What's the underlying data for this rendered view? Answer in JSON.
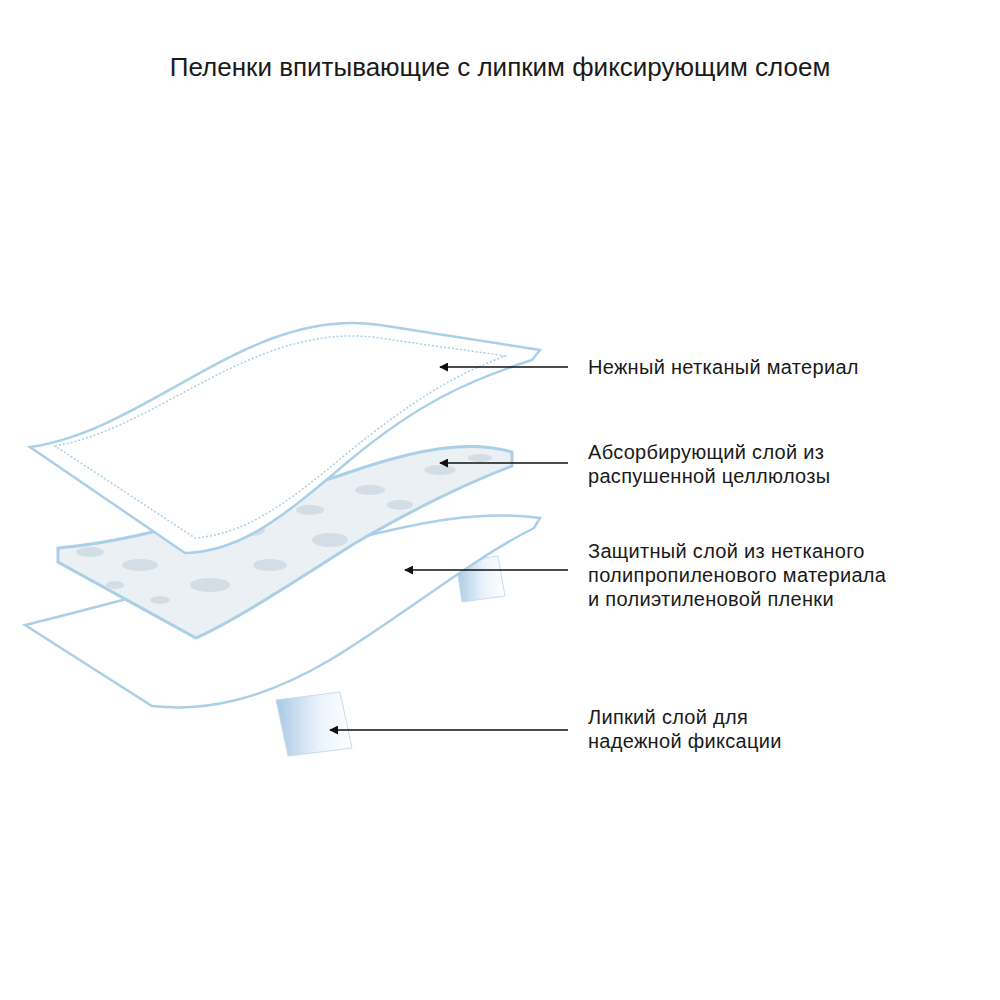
{
  "diagram": {
    "title": "Пеленки впитывающие с липким фиксирующим слоем",
    "labels": [
      "Нежный нетканый материал",
      "Абсорбирующий слой из распушенной целлюлозы",
      "Защитный слой из нетканого полипропиленового материала и полиэтиленовой пленки",
      "Липкий слой для надежной фиксации"
    ]
  }
}
